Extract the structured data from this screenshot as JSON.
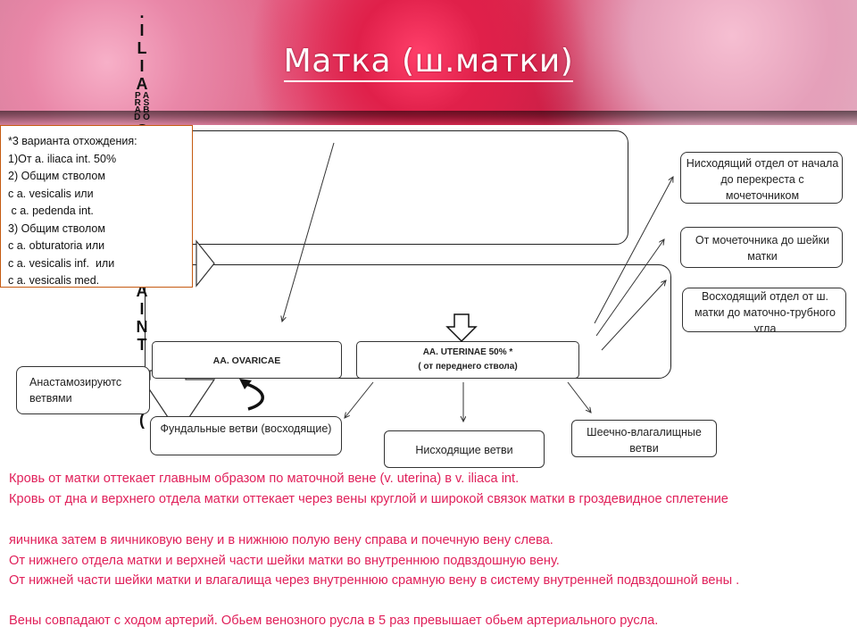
{
  "title": "Матка (ш.матки)",
  "vertical_text_top": ".ILIAC",
  "vertical_text_bottom": "AINTNA(",
  "vertical_small": "PARS ABDO",
  "note_lines": [
    "*3 варианта отхождения:",
    "1)От a. iliaca int. 50%",
    "2) Общим стволом",
    "с a. vesicalis или",
    " с a. pedenda int.",
    "3) Общим стволом",
    "с a. obturatoria или",
    "с a. vesicalis inf.  или",
    "с a. vesicalis med."
  ],
  "boxes": {
    "ovaricae": "AA. OVARICAE",
    "uterinae_line1": "AA. UTERINAE 50% *",
    "uterinae_line2": "( от переднего ствола)",
    "anastomose": "Анастамозируютс ветвями",
    "fundal": "Фундальные ветви (восходящие)",
    "descending": "Нисходящие ветви",
    "cervico": "Шеечно-влагалищные ветви",
    "right1": "Нисходящий отдел от начала до перекреста с мочеточником",
    "right2": "От мочеточника до шейки матки",
    "right3": "Восходящий отдел от ш. матки до маточно-трубного угла"
  },
  "paragraphs": [
    "Кровь от матки оттекает главным образом по маточной вене (v. uterina) в v. iliaca int.",
    "Кровь от дна и верхнего отдела матки  оттекает  через вены круглой и широкой связок матки в гроздевидное сплетение",
    " яичника затем в яичниковую вену и в нижнюю полую вену справа и почечную вену слева.",
    "От нижнего отдела матки и верхней части шейки матки во внутреннюю подвздошную вену.",
    "От нижней части шейки матки и влагалища через внутреннюю срамную вену в систему внутренней подвздошной вены .",
    "Вены совпадают с ходом артерий. Обьем венозного русла в 5 раз превышает обьем артериального русла."
  ],
  "colors": {
    "accent_text": "#e0205a",
    "note_border": "#c55a11",
    "title": "#ffffff"
  }
}
